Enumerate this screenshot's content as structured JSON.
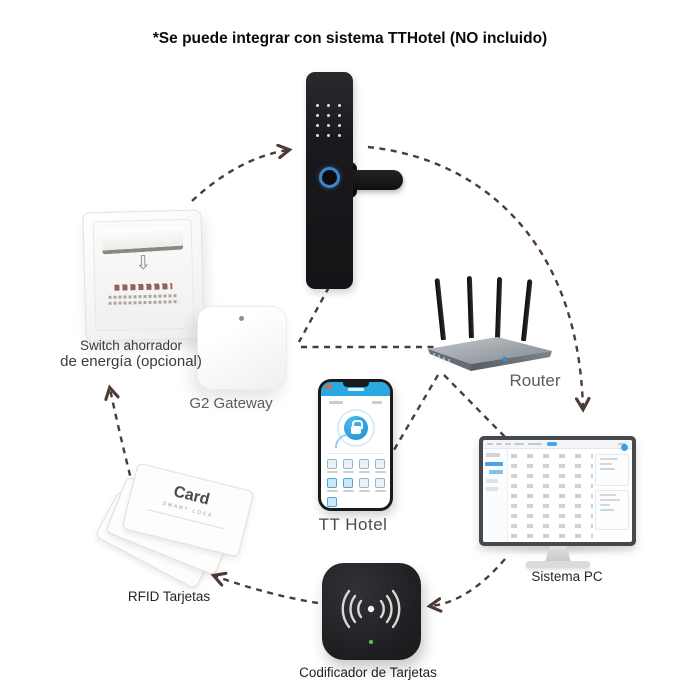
{
  "title": "*Se puede integrar con sistema TTHotel (NO incluido)",
  "devices": {
    "lock": {
      "name": "smart-door-lock"
    },
    "switch": {
      "label_line1": "Switch ahorrador",
      "label_line2": "de energía (opcional)"
    },
    "gateway": {
      "label": "G2 Gateway"
    },
    "phone": {
      "label": "TT Hotel"
    },
    "router": {
      "label": "Router"
    },
    "pc": {
      "label": "Sistema PC"
    },
    "cards": {
      "label": "RFID Tarjetas",
      "card_title": "Card",
      "card_subtitle": "SMART LOCK"
    },
    "encoder": {
      "label": "Codificador de Tarjetas"
    }
  },
  "icons": [
    "keypad-icon",
    "fingerprint-icon",
    "down-arrow-icon",
    "lock-icon",
    "wifi-arcs-icon",
    "antenna-icon",
    "led-icon"
  ],
  "switch_down_arrow_glyph": "⇩",
  "colors": {
    "background": "#ffffff",
    "arrow": "#4e3a37",
    "phone_accent": "#2aa9e0",
    "fingerprint_ring": "#3d85c8",
    "router_led_blue": "#2f8fd4",
    "encoder_led_green": "#5cb85c",
    "title_text": "#0b0b0b"
  },
  "connections": [
    {
      "from": "switch",
      "to": "lock",
      "arrowhead": true
    },
    {
      "from": "lock",
      "to": "pc",
      "arrowhead": true
    },
    {
      "from": "lock",
      "to": "gateway",
      "arrowhead": false
    },
    {
      "from": "gateway",
      "to": "router",
      "arrowhead": false
    },
    {
      "from": "router",
      "to": "phone",
      "arrowhead": false
    },
    {
      "from": "router",
      "to": "pc",
      "arrowhead": false
    },
    {
      "from": "pc",
      "to": "encoder",
      "arrowhead": true
    },
    {
      "from": "encoder",
      "to": "cards",
      "arrowhead": true
    },
    {
      "from": "cards",
      "to": "switch",
      "arrowhead": true
    }
  ]
}
